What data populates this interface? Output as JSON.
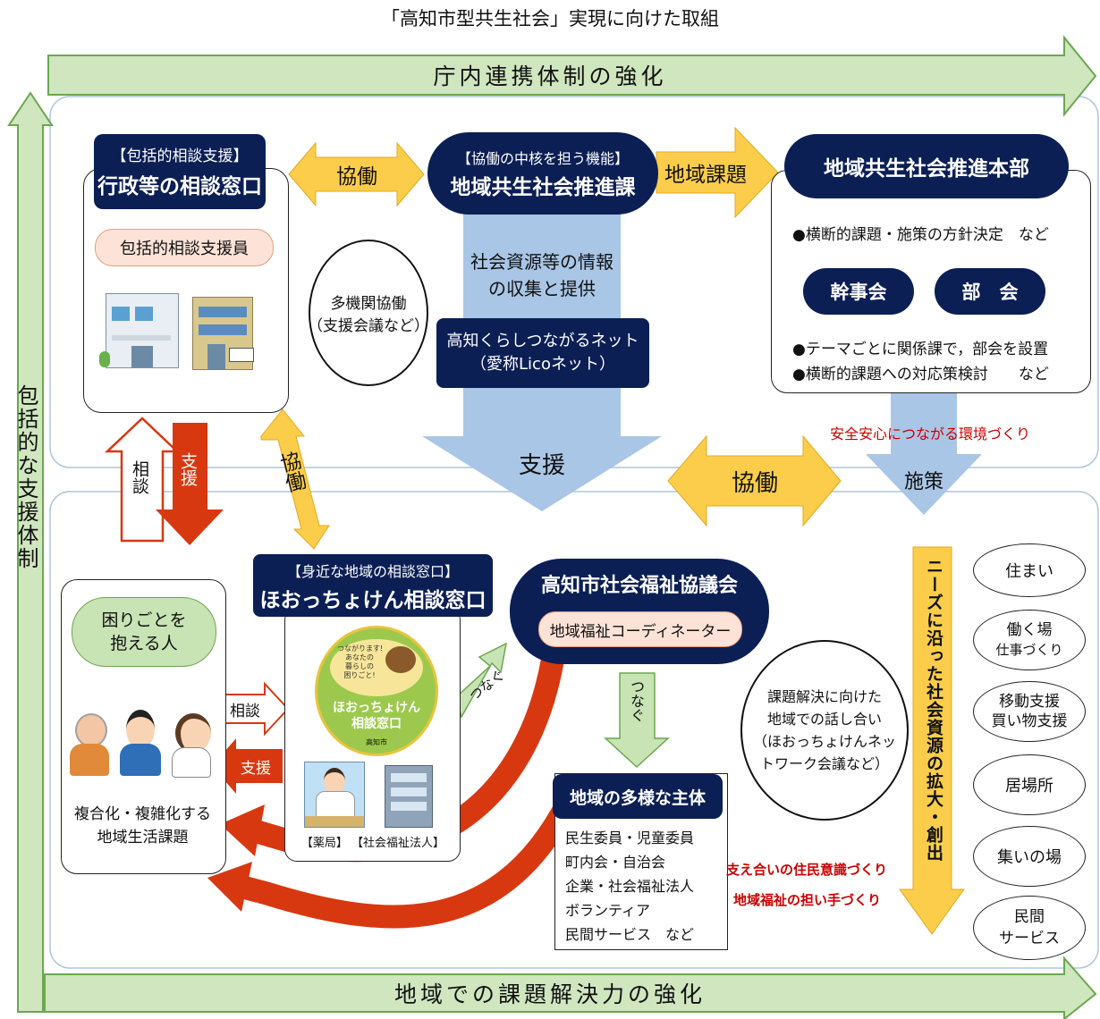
{
  "title": "「高知市型共生社会」実現に向けた取組",
  "axes": {
    "top": "庁内連携体制の強化",
    "bottom": "地域での課題解決力の強化",
    "left": "包括的な支援体制"
  },
  "admin_window": {
    "tag": "【包括的相談支援】",
    "title": "行政等の相談窓口",
    "staff": "包括的相談支援員"
  },
  "multi_agency": {
    "line1": "多機関協働",
    "line2": "（支援会議など）"
  },
  "core": {
    "tag": "【協働の中核を担う機能】",
    "title": "地域共生社会推進課",
    "info": [
      "社会資源等の情報",
      "の収集と提供"
    ],
    "net_line1": "高知くらしつながるネット",
    "net_line2": "（愛称Licoネット）",
    "support": "支援"
  },
  "hq": {
    "title": "地域共生社会推進本部",
    "item1": "●横断的課題・施策の方針決定　など",
    "oval1": "幹事会",
    "oval2": "部　会",
    "item2": "●テーマごとに関係課で，部会を設置",
    "item3": "●横断的課題への対応策検討　　など"
  },
  "arrows": {
    "kyodo_top": "協働",
    "chiiki_kadai": "地域課題",
    "soudan": "相談",
    "shien": "支援",
    "kyodo_diag": "協働",
    "kyodo_mid": "協働",
    "sesaku": "施策",
    "anzen": "安全安心につながる環境づくり",
    "tsunagu1": "つなぐ",
    "tsunagu2": "つなぐ",
    "soudan2": "相談",
    "shien2": "支援",
    "shien3": "支援",
    "shien4": "支援"
  },
  "person": {
    "bubble": [
      "困りごとを",
      "抱える人"
    ],
    "caption": [
      "複合化・複雑化する",
      "地域生活課題"
    ]
  },
  "local_window": {
    "tag": "【身近な地域の相談窓口】",
    "title": "ほおっちょけん相談窓口",
    "badge_small": [
      "つながります!",
      "あなたの",
      "暮らしの",
      "困りごと!"
    ],
    "badge_line1": "ほおっちょけん",
    "badge_line2": "相談窓口",
    "badge_city": "高知市",
    "labels": "【薬局】 【社会福祉法人】"
  },
  "council": {
    "title": "高知市社会福祉協議会",
    "coordinator": "地域福祉コーディネーター"
  },
  "actors": {
    "title": "地域の多様な主体",
    "items": [
      "民生委員・児童委員",
      "町内会・自治会",
      "企業・社会福祉法人",
      "ボランティア",
      "民間サービス　など"
    ]
  },
  "talk": {
    "lines": [
      "課題解決に向けた",
      "地域での話し合い",
      "（ほおっちょけんネッ",
      "トワーク会議など）"
    ]
  },
  "red_text": {
    "line1": "支え合いの住民意識づくり",
    "line2": "地域福祉の担い手づくり"
  },
  "needs_banner": "ニーズに沿った社会資源の拡大・創出",
  "resources": {
    "r1": [
      "住まい"
    ],
    "r2": [
      "働く場",
      "仕事づくり"
    ],
    "r3": [
      "移動支援",
      "買い物支援"
    ],
    "r4": [
      "居場所"
    ],
    "r5": [
      "集いの場"
    ],
    "r6": [
      "民間",
      "サービス"
    ]
  },
  "colors": {
    "navy": "#0b1f55",
    "green_band": "#cfe6bf",
    "yellow_arrow": "#fbcd4a",
    "blue_arrow": "#a9c6e6",
    "red_arrow": "#d83810",
    "red_text": "#cc0000"
  }
}
